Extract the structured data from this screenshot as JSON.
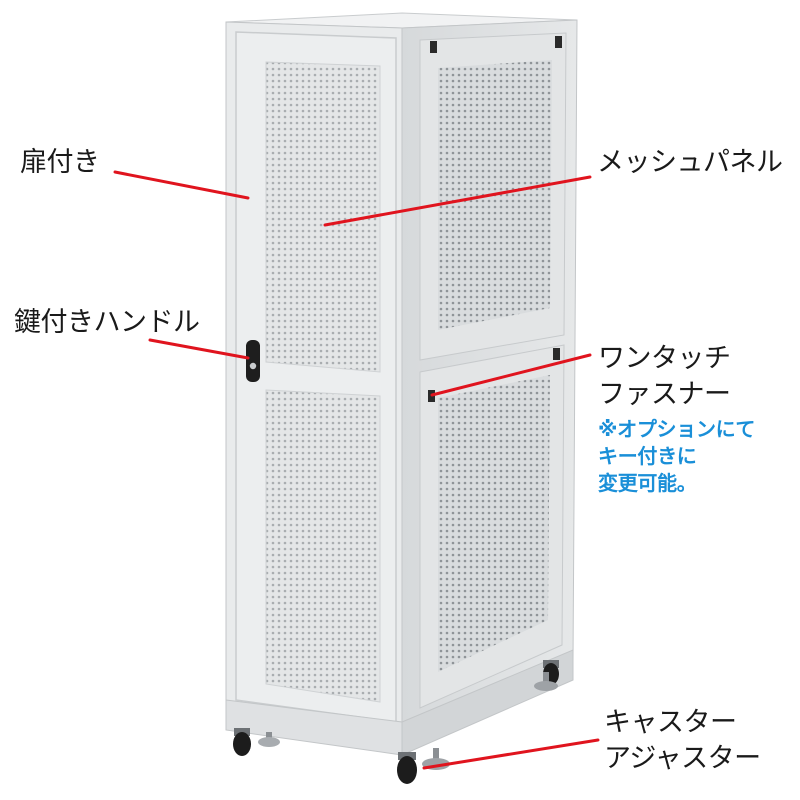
{
  "colors": {
    "leader": "#e0141e",
    "note": "#1a8fd8",
    "cabinet": "#e7e9ea",
    "cabinet_shade": "#d3d6d8",
    "mesh_dark": "#9ea3a7"
  },
  "labels": {
    "door": "扉付き",
    "mesh_panel": "メッシュパネル",
    "key_handle": "鍵付きハンドル",
    "fastener_line1": "ワンタッチ",
    "fastener_line2": "ファスナー",
    "caster_line1": "キャスター",
    "caster_line2": "アジャスター"
  },
  "note": {
    "line1": "※オプションにて",
    "line2": "キー付きに",
    "line3": "変更可能。"
  }
}
